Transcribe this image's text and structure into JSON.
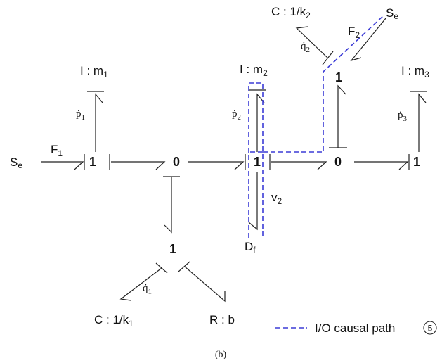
{
  "elements": {
    "se_left": {
      "base": "S",
      "sub": "e"
    },
    "f1": {
      "base": "F",
      "sub": "1"
    },
    "i_m1": {
      "base": "I : m",
      "sub": "1"
    },
    "p1_dot": {
      "base": "ṗ",
      "sub": "1"
    },
    "i_m2": {
      "base": "I : m",
      "sub": "2"
    },
    "p2_dot": {
      "base": "ṗ",
      "sub": "2"
    },
    "c_k2": {
      "base": "C : 1/k",
      "sub": "2"
    },
    "q2_dot": {
      "base": "q̇",
      "sub": "2"
    },
    "f2": {
      "base": "F",
      "sub": "2"
    },
    "se_right": {
      "base": "S",
      "sub": "e"
    },
    "i_m3": {
      "base": "I : m",
      "sub": "3"
    },
    "p3_dot": {
      "base": "ṗ",
      "sub": "3"
    },
    "v2": {
      "base": "v",
      "sub": "2"
    },
    "df": {
      "base": "D",
      "sub": "f"
    },
    "q1_dot": {
      "base": "q̇",
      "sub": "1"
    },
    "c_k1": {
      "base": "C : 1/k",
      "sub": "1"
    },
    "r_b": "R : b"
  },
  "junctions": {
    "j1_left": "1",
    "j0_left": "0",
    "j1_mid": "1",
    "j0_right": "0",
    "j1_right": "1",
    "j1_top": "1",
    "j1_bottom": "1"
  },
  "legend": {
    "label": "I/O causal path",
    "marker": "5"
  },
  "caption": "(b)",
  "colors": {
    "path": "#3b3bd6",
    "ink": "#222222"
  }
}
